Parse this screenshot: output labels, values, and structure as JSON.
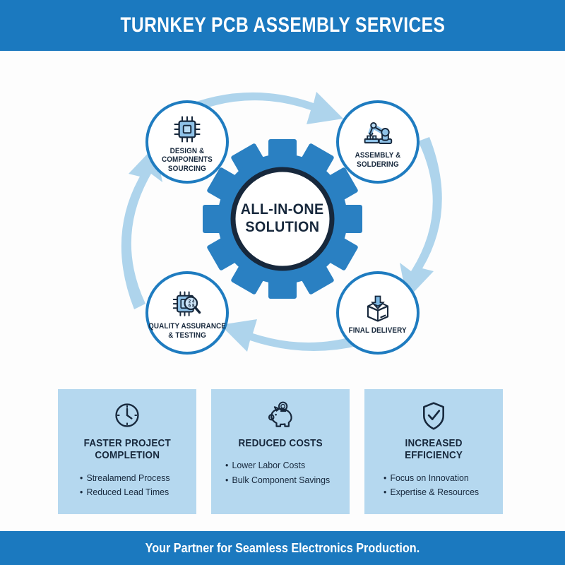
{
  "header": {
    "title": "TURNKEY PCB ASSEMBLY SERVICES"
  },
  "footer": {
    "tagline": "Your Partner for Seamless Electronics Production."
  },
  "colors": {
    "brand_blue": "#1b79bf",
    "gear_blue": "#2a80c2",
    "ring_navy": "#17283c",
    "arrow_blue": "#aed4ec",
    "card_blue": "#b5d8ef",
    "icon_fill": "#8fc2e8",
    "background": "#fdfdfd"
  },
  "cycle": {
    "center": {
      "line1": "ALL-IN-ONE",
      "line2": "SOLUTION"
    },
    "nodes": [
      {
        "id": "design",
        "icon": "microchip-icon",
        "label_lines": [
          "DESIGN &",
          "COMPONENTS",
          "SOURCING"
        ]
      },
      {
        "id": "assembly",
        "icon": "robot-arm-icon",
        "label_lines": [
          "ASSEMBLY &",
          "SOLDERING"
        ]
      },
      {
        "id": "delivery",
        "icon": "delivery-box-icon",
        "label_lines": [
          "FINAL DELIVERY"
        ]
      },
      {
        "id": "quality",
        "icon": "chip-magnifier-icon",
        "label_lines": [
          "QUALITY ASSURANCE",
          "& TESTING"
        ]
      }
    ],
    "arrows": [
      {
        "id": "arrow-top",
        "from": "design",
        "to": "assembly",
        "direction": "right"
      },
      {
        "id": "arrow-right",
        "from": "assembly",
        "to": "delivery",
        "direction": "down"
      },
      {
        "id": "arrow-bottom",
        "from": "delivery",
        "to": "quality",
        "direction": "left"
      },
      {
        "id": "arrow-left",
        "from": "quality",
        "to": "design",
        "direction": "up"
      }
    ]
  },
  "benefits": [
    {
      "id": "faster-project-completion",
      "icon": "clock-icon",
      "title_lines": [
        "FASTER PROJECT",
        "COMPLETION"
      ],
      "bullets": [
        "Strealamend Process",
        "Reduced Lead Times"
      ]
    },
    {
      "id": "reduced-costs",
      "icon": "piggy-bank-icon",
      "title_lines": [
        "REDUCED COSTS"
      ],
      "bullets": [
        "Lower Labor Costs",
        "Bulk Component Savings"
      ]
    },
    {
      "id": "increased-efficiency",
      "icon": "shield-check-icon",
      "title_lines": [
        "INCREASED",
        "EFFICIENCY"
      ],
      "bullets": [
        "Focus on Innovation",
        "Expertise & Resources"
      ]
    }
  ]
}
